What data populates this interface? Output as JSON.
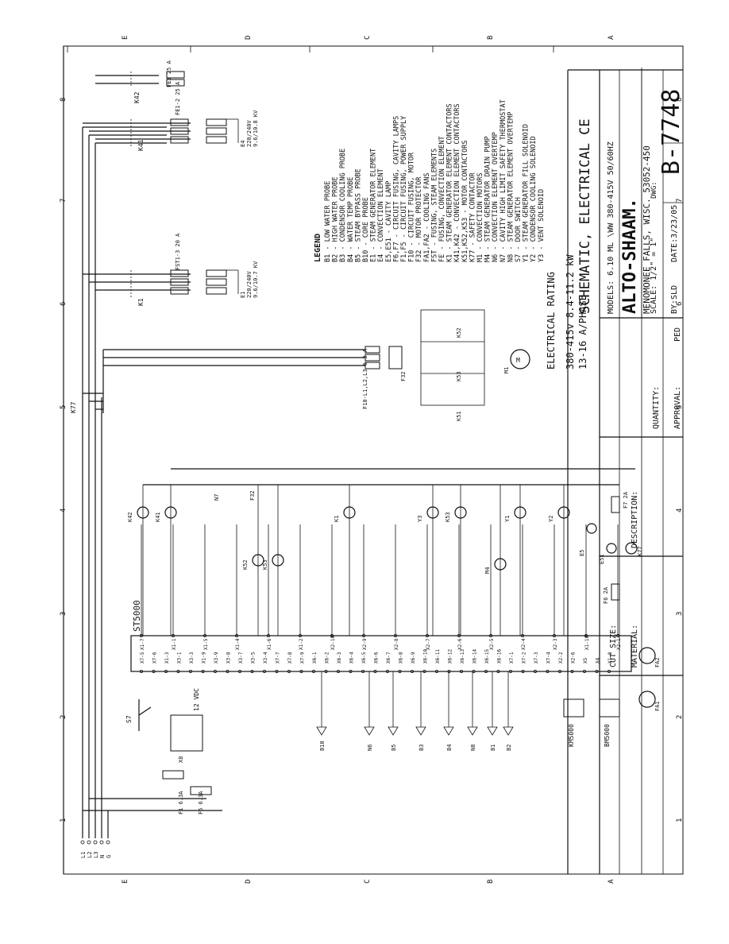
{
  "border": {
    "columns": [
      "1",
      "2",
      "3",
      "4",
      "5",
      "6",
      "7",
      "8"
    ],
    "rows": [
      "E",
      "D",
      "C",
      "B",
      "A"
    ]
  },
  "supply_terminals": [
    "L1",
    "L2",
    "L3",
    "N",
    "G"
  ],
  "main_controller": "ST5000",
  "fuses": {
    "f1": "F1 6.3A",
    "f5": "F5 6.3A",
    "f32": "F32",
    "f6": "F6 2A",
    "f7": "F7 2A",
    "f10": "F10-L1,L2,L3 6.3 A",
    "fe1": "FE1-2 25 A",
    "fe3": "FE3 25 A",
    "fst": "FST1-3 20 A"
  },
  "elements": {
    "e1": [
      "E1",
      "220/240V",
      "9.6/10.7 KV"
    ],
    "e4": [
      "E4",
      "220/240V",
      "9.6/10.8 KV"
    ]
  },
  "power_supply": {
    "label": "X8",
    "voltage": "12 VDC"
  },
  "relays": [
    "K42",
    "K41",
    "K1",
    "K52",
    "K53",
    "Y3",
    "K53",
    "K51",
    "K52",
    "M4",
    "Y1",
    "Y2",
    "F7",
    "K77",
    "E5",
    "E51",
    "FA1",
    "FA2",
    "N7",
    "F32",
    "K77",
    "K1",
    "K41",
    "K42",
    "K51",
    "K52",
    "K53",
    "M1"
  ],
  "x_terminals_left": [
    "X7-5",
    "X7-6",
    "X1-3",
    "X3-1",
    "X3-3",
    "X1-9",
    "X3-9",
    "X3-8",
    "X3-7",
    "X3-5",
    "X3-4",
    "X7-7",
    "X7-8",
    "X7-9",
    "X6-1",
    "X6-2",
    "X6-3",
    "X6-4",
    "X6-5",
    "X6-6",
    "X6-7",
    "X6-8",
    "X6-9",
    "X6-10",
    "X6-11",
    "X6-12",
    "X6-13",
    "X6-14",
    "X6-15",
    "X6-16",
    "X7-1",
    "X7-2",
    "X7-3",
    "X7-4",
    "X2-2",
    "X2-6",
    "X5",
    "X4",
    "X1-8"
  ],
  "x_terminals_right": [
    "X1-7",
    "X1-1",
    "X1-5",
    "X1-4",
    "X1-6",
    "X1-2",
    "X2-10",
    "X2-9",
    "X2-8",
    "X2-7",
    "X2-6",
    "X2-5",
    "X2-4",
    "X2-3",
    "X1-10",
    "X2-1"
  ],
  "sensors": [
    "S7",
    "B10",
    "N6",
    "B5",
    "B3",
    "B4",
    "N8",
    "B1",
    "B2",
    "KM5000",
    "BM5000"
  ],
  "electrical_rating": {
    "title": "ELECTRICAL RATING",
    "line1": "380-415v 8.4-11.2 kW",
    "line2": "13-16 A/PHASE"
  },
  "legend": {
    "title": "LEGEND",
    "items": [
      "B1  - LOW WATER PROBE",
      "B2  - HIGH WATER PROBE",
      "B3  - CONDENSOR COOLING PROBE",
      "B4  - WATER TEMP PROBE",
      "B5  - STEAM BYPASS PROBE",
      "B10 - CORE PROBE",
      "E1  - STEAM GENERATOR ELEMENT",
      "E4  - CONVECTION ELEMENT",
      "E5,E51 - CAVITY LAMP",
      "F6,F7 - CIRCUIT FUSING, CAVITY LAMPS",
      "F1,F5 - CIRCUIT FUSING, POWER SUPPLY",
      "F10 - CIRCUIT FUSING, MOTOR",
      "F32 - MOTOR PROTECTOR",
      "FA1,FA2 - COOLING FANS",
      "FST - FUSING, STEAM ELEMENTS",
      "FE  - FUSING, CONVECTION ELEMENT",
      "K1  - STEAM GENERATOR ELEMENT CONTACTORS",
      "K41,K42 - CONVECTION ELEMENT CONTACTORS",
      "K51,K52,K53 - MOTOR CONTACTORS",
      "K77 - SAFETY CONTACTOR",
      "M1  - CONVECTION MOTORS",
      "M4  - STEAM GENERATOR DRAIN PUMP",
      "N6  - CONVECTION ELEMENT OVERTEMP",
      "N7  - CAVITY HIGH LIMIT SAFETY THERMOSTAT",
      "N8  - STEAM GENERATOR ELEMENT OVERTEMP",
      "S7  - DOOR SWITCH",
      "Y1  - STEAM GENERATOR FILL SOLENOID",
      "Y2  - CONDENSOR COOLING SOLENOID",
      "Y3  - VENT SOLENOID"
    ]
  },
  "title_block": {
    "title": "SCHEMATIC, ELECTRICAL CE",
    "models": "MODELS: 6.10 ML \\WW 380-415V 50/60HZ",
    "company": "ALTO-SHAAM.",
    "address": "MENOMONEE FALLS, WISC. 53052-450",
    "cut_size": "CUT SIZE:",
    "material": "MATERIAL:",
    "description": "DESCRIPTION:",
    "quantity": "QUANTITY:",
    "approval": "APPROVAL:",
    "approval_value": "PED",
    "scale": "SCALE:  1/2\" = 1\"",
    "by": "BY:SLD",
    "date": "DATE:3/23/05",
    "dwg_label": "DWG:",
    "dwg_number": "B-7748"
  }
}
